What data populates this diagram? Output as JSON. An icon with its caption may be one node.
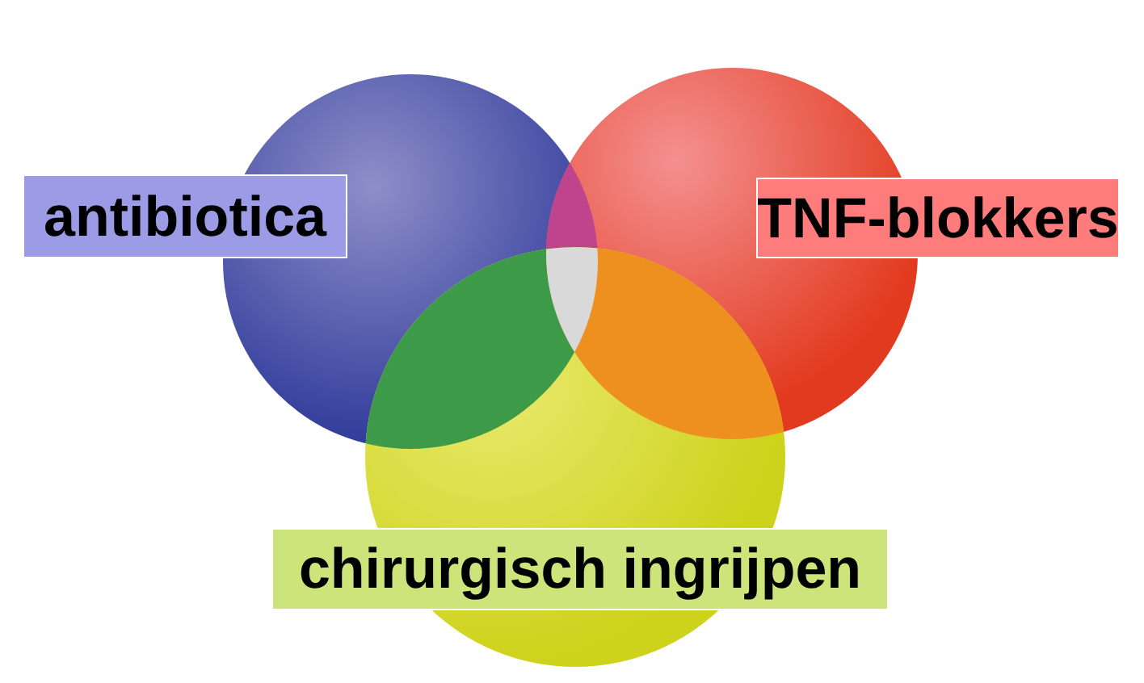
{
  "diagram": {
    "nodes": [
      {
        "text": [
          "antibiotica"
        ]
      },
      {
        "text": [
          "TNF-blokkers"
        ]
      },
      {
        "text": [
          "chirurgisch ingrijpen"
        ]
      }
    ]
  }
}
